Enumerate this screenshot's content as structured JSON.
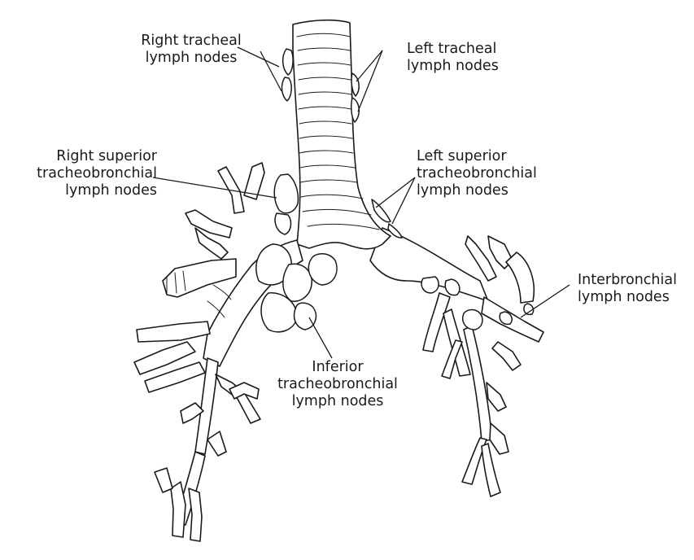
{
  "labels": {
    "right_tracheal": "Right tracheal\nlymph nodes",
    "left_tracheal": "Left tracheal\nlymph nodes",
    "right_superior": "Right superior\ntracheobronchial\nlymph nodes",
    "left_superior": "Left superior\ntracheobronchial\nlymph nodes",
    "interbronchial": "Interbronchial\nlymph nodes",
    "inferior": "Inferior\ntracheobronchial\nlymph nodes"
  }
}
